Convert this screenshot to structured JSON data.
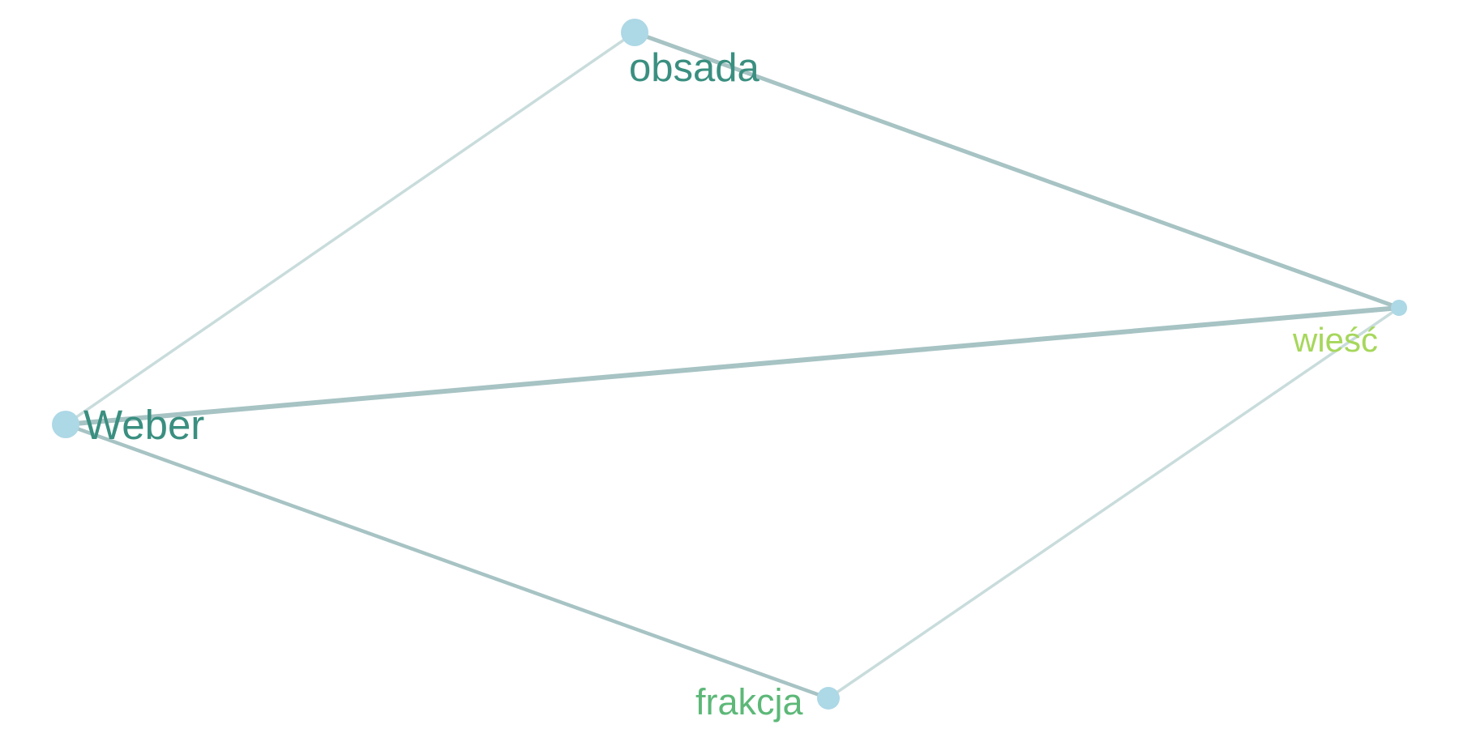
{
  "graph": {
    "nodes": [
      {
        "id": "obsada",
        "label": "obsada",
        "color": "#add8e6",
        "label_color": "#3a8f80"
      },
      {
        "id": "wiesc",
        "label": "wieść",
        "color": "#add8e6",
        "label_color": "#a6d75b"
      },
      {
        "id": "weber",
        "label": "Weber",
        "color": "#add8e6",
        "label_color": "#3a8f80"
      },
      {
        "id": "frakcja",
        "label": "frakcja",
        "color": "#add8e6",
        "label_color": "#5db878"
      }
    ],
    "edges": [
      {
        "source": "obsada",
        "target": "wiesc",
        "color": "#a7c3c4"
      },
      {
        "source": "obsada",
        "target": "weber",
        "color": "#c9dcdc"
      },
      {
        "source": "weber",
        "target": "wiesc",
        "color": "#a7c3c4"
      },
      {
        "source": "weber",
        "target": "frakcja",
        "color": "#a7c3c4"
      },
      {
        "source": "frakcja",
        "target": "wiesc",
        "color": "#c9dcdc"
      }
    ]
  }
}
